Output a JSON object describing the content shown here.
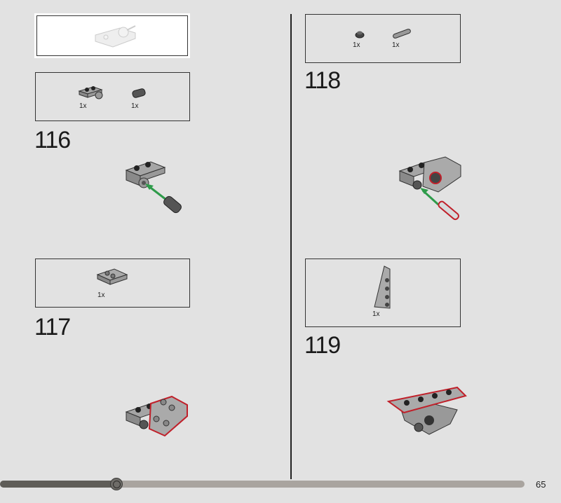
{
  "steps": [
    {
      "number": "116",
      "parts": [
        {
          "name": "plate-1x2-with-pin-hole",
          "qty": "1x"
        },
        {
          "name": "pin-connector",
          "qty": "1x"
        }
      ]
    },
    {
      "number": "117",
      "parts": [
        {
          "name": "curved-slope-plate-2x2",
          "qty": "1x"
        }
      ]
    },
    {
      "number": "118",
      "parts": [
        {
          "name": "round-plate-1x1",
          "qty": "1x"
        },
        {
          "name": "bar-with-pin",
          "qty": "1x"
        }
      ]
    },
    {
      "number": "119",
      "parts": [
        {
          "name": "wedge-plate-4x2",
          "qty": "1x"
        }
      ]
    }
  ],
  "navigation": {
    "page_number": "65",
    "progress_fraction": 0.22
  },
  "colors": {
    "background": "#e2e2e2",
    "highlight": "#c0202a",
    "arrow": "#2e9b4a",
    "track": "#a9a49f",
    "track_fill": "#5f5d58"
  }
}
